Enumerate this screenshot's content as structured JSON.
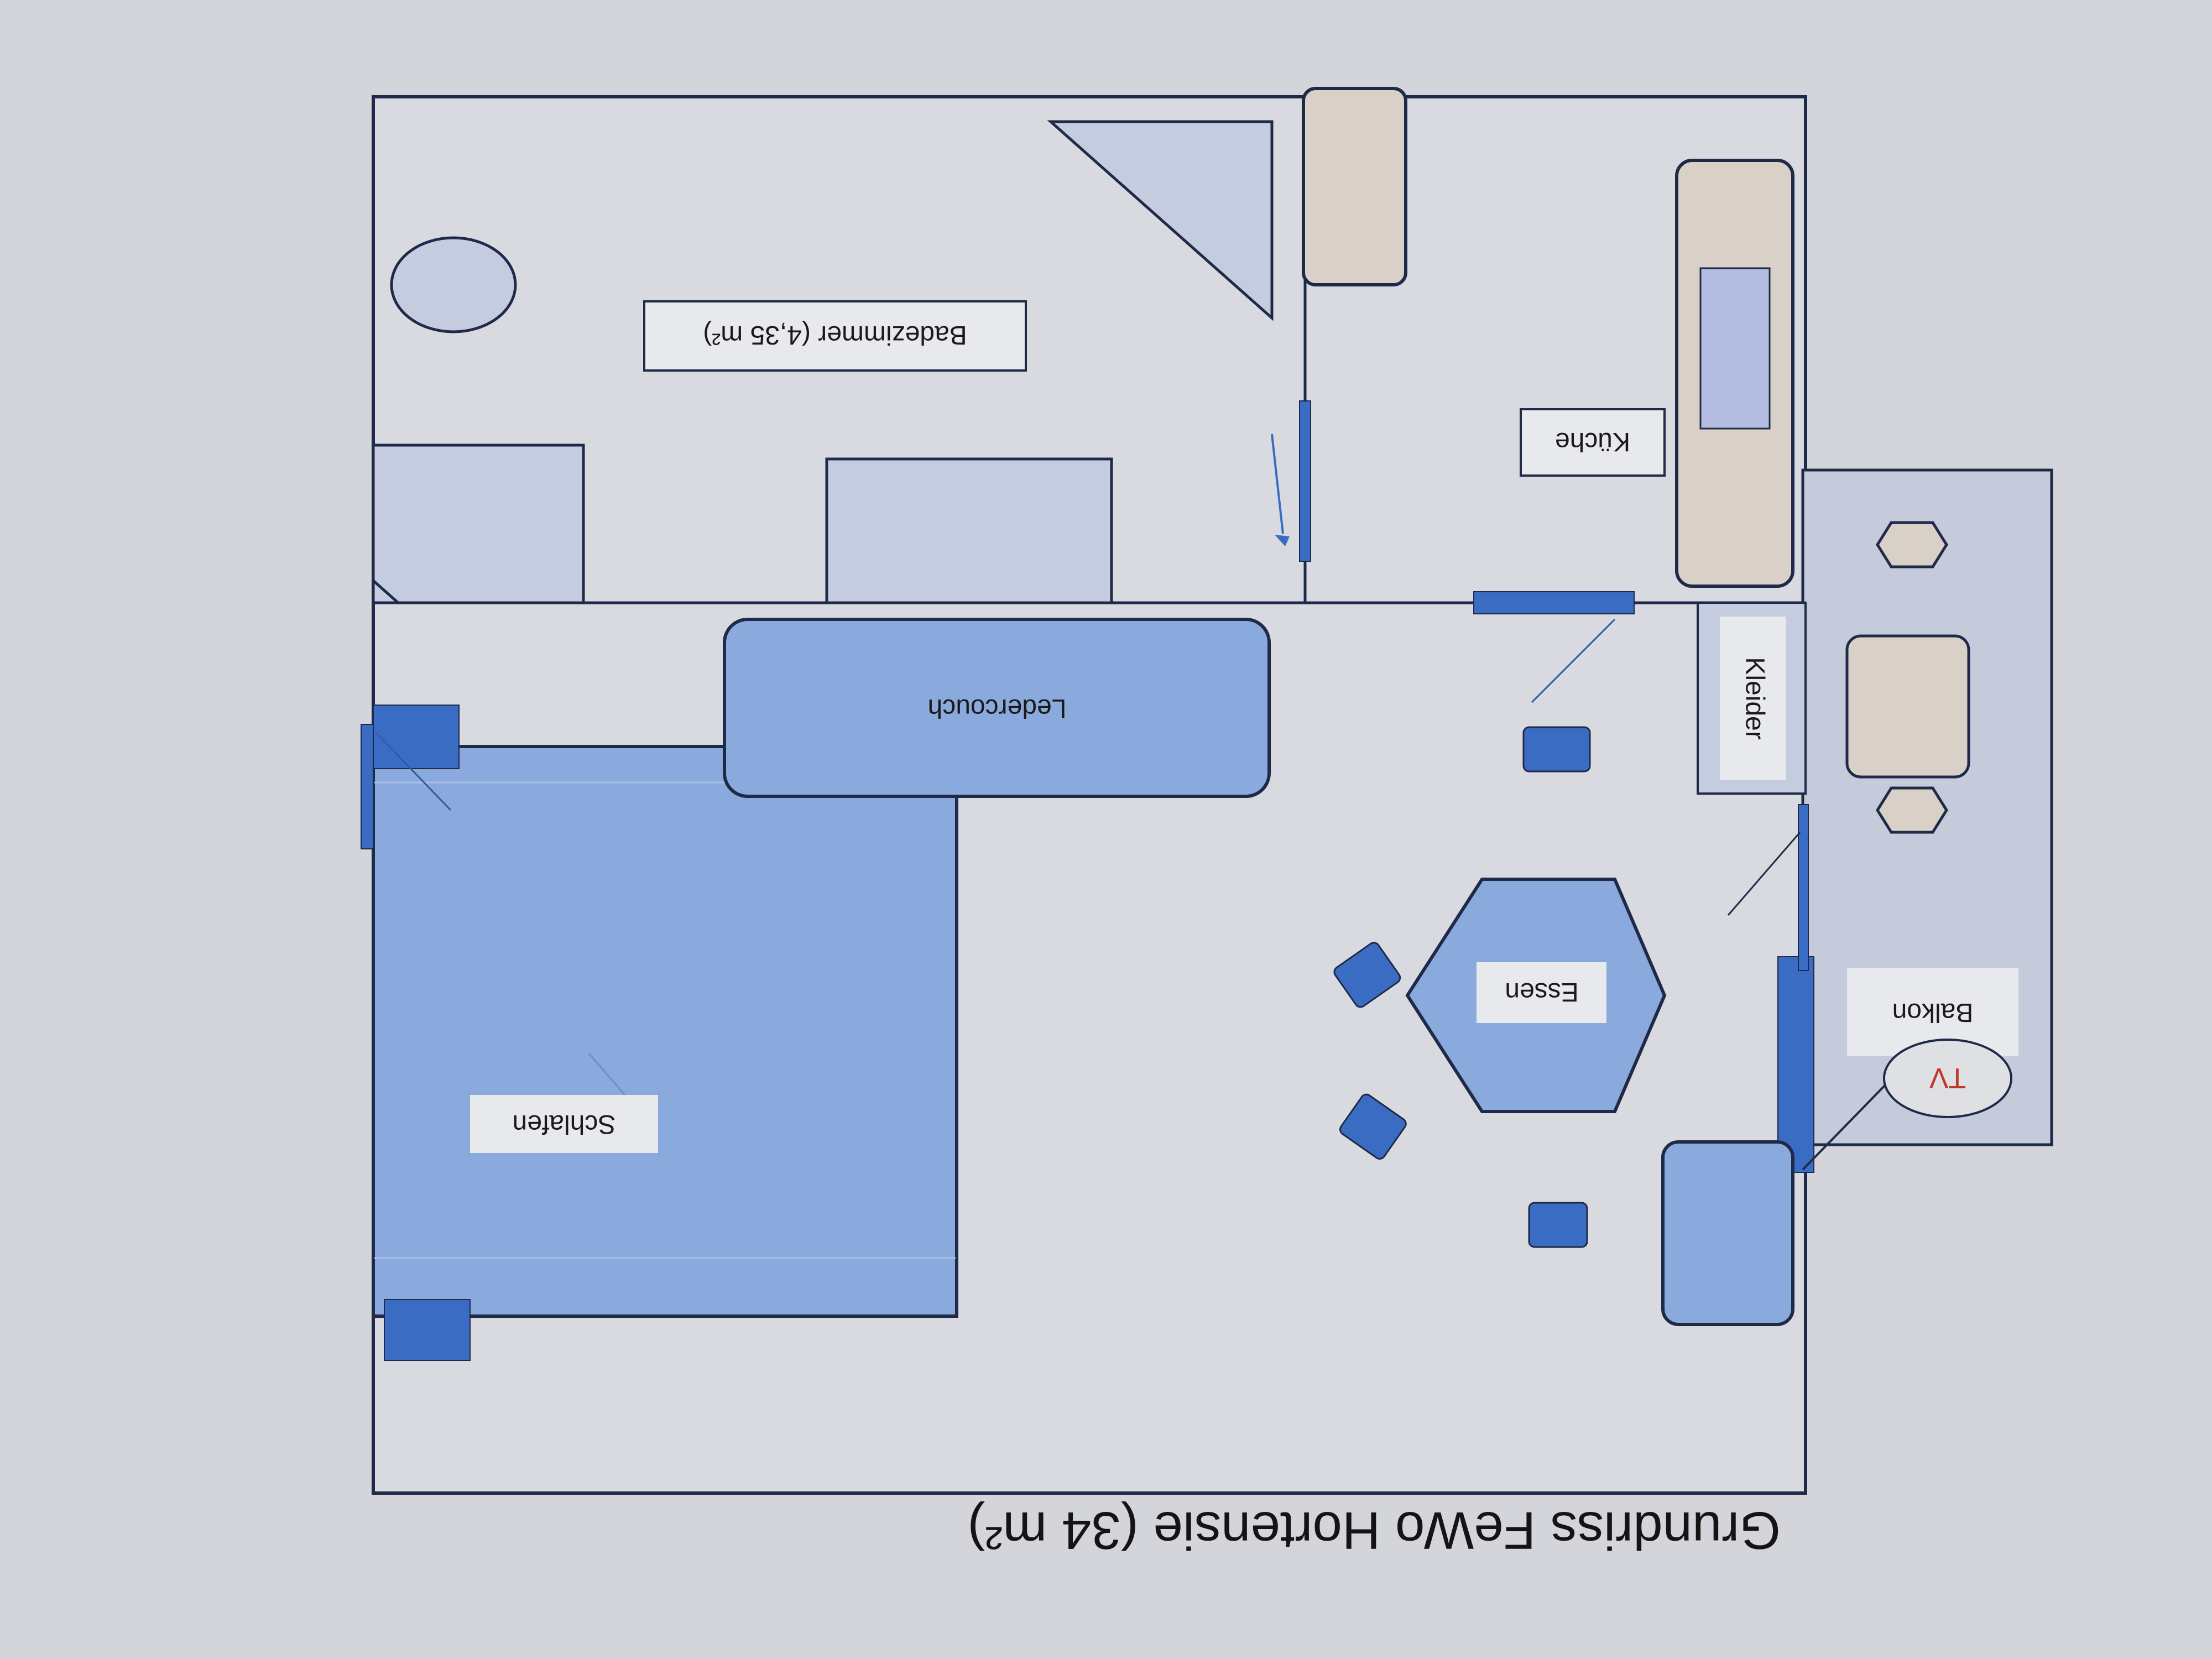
{
  "title": "Grundriss FeWo Hortensie (34 m²)",
  "rooms": {
    "schlafen": "Schlafen",
    "essen": "Essen",
    "ledercouch": "Ledercouch",
    "kleider": "Kleider",
    "balkon": "Balkon",
    "badezimmer": "Badezimmer (4,35 m²)",
    "kueche": "Küche",
    "tv": "TV"
  },
  "colors": {
    "background": "#d4d5da",
    "floor": "#d8dae0",
    "wall": "#1e2a48",
    "furniture_blue": "#8aa9dc",
    "furniture_dark": "#3b6cc4",
    "bath_fixture": "#c6cce0",
    "kitchen_beige": "#d9d0c8",
    "balcony": "#c5cbdb",
    "label_bg": "#e8e9ec",
    "tv_text": "#c0392b"
  }
}
